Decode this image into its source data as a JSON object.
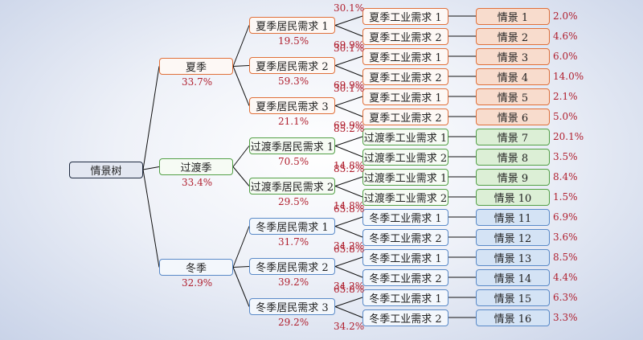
{
  "root": {
    "label": "情景树"
  },
  "seasons": [
    {
      "label": "夏季",
      "prob": "33.7%",
      "color": "orange",
      "residents": [
        {
          "label": "夏季居民需求 1",
          "prob": "19.5%",
          "industry": [
            {
              "prob": "30.1%",
              "label": "夏季工业需求 1",
              "scenario": "情景 1",
              "scenario_prob": "2.0%"
            },
            {
              "prob": "69.9%",
              "label": "夏季工业需求 2",
              "scenario": "情景 2",
              "scenario_prob": "4.6%"
            }
          ]
        },
        {
          "label": "夏季居民需求 2",
          "prob": "59.3%",
          "industry": [
            {
              "prob": "30.1%",
              "label": "夏季工业需求 1",
              "scenario": "情景 3",
              "scenario_prob": "6.0%"
            },
            {
              "prob": "69.9%",
              "label": "夏季工业需求 2",
              "scenario": "情景 4",
              "scenario_prob": "14.0%"
            }
          ]
        },
        {
          "label": "夏季居民需求 3",
          "prob": "21.1%",
          "industry": [
            {
              "prob": "30.1%",
              "label": "夏季工业需求 1",
              "scenario": "情景 5",
              "scenario_prob": "2.1%"
            },
            {
              "prob": "69.9%",
              "label": "夏季工业需求 2",
              "scenario": "情景 6",
              "scenario_prob": "5.0%"
            }
          ]
        }
      ]
    },
    {
      "label": "过渡季",
      "prob": "33.4%",
      "color": "green",
      "residents": [
        {
          "label": "过渡季居民需求 1",
          "prob": "70.5%",
          "industry": [
            {
              "prob": "85.2%",
              "label": "过渡季工业需求 1",
              "scenario": "情景 7",
              "scenario_prob": "20.1%"
            },
            {
              "prob": "14.8%",
              "label": "过渡季工业需求 2",
              "scenario": "情景 8",
              "scenario_prob": "3.5%"
            }
          ]
        },
        {
          "label": "过渡季居民需求 2",
          "prob": "29.5%",
          "industry": [
            {
              "prob": "85.2%",
              "label": "过渡季工业需求 1",
              "scenario": "情景 9",
              "scenario_prob": "8.4%"
            },
            {
              "prob": "14.8%",
              "label": "过渡季工业需求 2",
              "scenario": "情景 10",
              "scenario_prob": "1.5%"
            }
          ]
        }
      ]
    },
    {
      "label": "冬季",
      "prob": "32.9%",
      "color": "blue",
      "residents": [
        {
          "label": "冬季居民需求 1",
          "prob": "31.7%",
          "industry": [
            {
              "prob": "65.8%",
              "label": "冬季工业需求 1",
              "scenario": "情景 11",
              "scenario_prob": "6.9%"
            },
            {
              "prob": "34.2%",
              "label": "冬季工业需求 2",
              "scenario": "情景 12",
              "scenario_prob": "3.6%"
            }
          ]
        },
        {
          "label": "冬季居民需求 2",
          "prob": "39.2%",
          "industry": [
            {
              "prob": "65.8%",
              "label": "冬季工业需求 1",
              "scenario": "情景 13",
              "scenario_prob": "8.5%"
            },
            {
              "prob": "34.2%",
              "label": "冬季工业需求 2",
              "scenario": "情景 14",
              "scenario_prob": "4.4%"
            }
          ]
        },
        {
          "label": "冬季居民需求 3",
          "prob": "29.2%",
          "industry": [
            {
              "prob": "65.8%",
              "label": "冬季工业需求 1",
              "scenario": "情景 15",
              "scenario_prob": "6.3%"
            },
            {
              "prob": "34.2%",
              "label": "冬季工业需求 2",
              "scenario": "情景 16",
              "scenario_prob": "3.3%"
            }
          ]
        }
      ]
    }
  ]
}
